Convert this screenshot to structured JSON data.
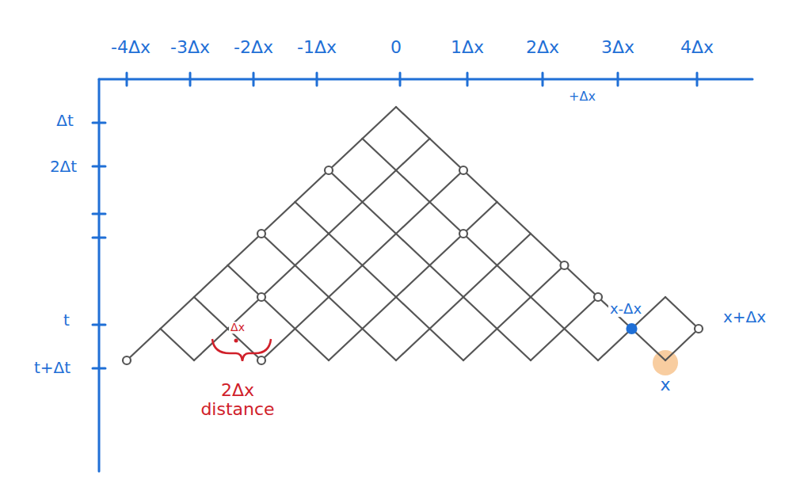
{
  "diagram": {
    "labels": [
      "-4Δx",
      "-3Δx",
      "-2Δx",
      "-1Δx",
      "0",
      "1Δx",
      "2Δx",
      "3Δx",
      "4Δx",
      "+Δx",
      "Δt",
      "2Δt",
      "t",
      "t+Δt",
      "Δx",
      "2Δx distance",
      "x-Δx",
      "x+Δx",
      "x"
    ]
  }
}
